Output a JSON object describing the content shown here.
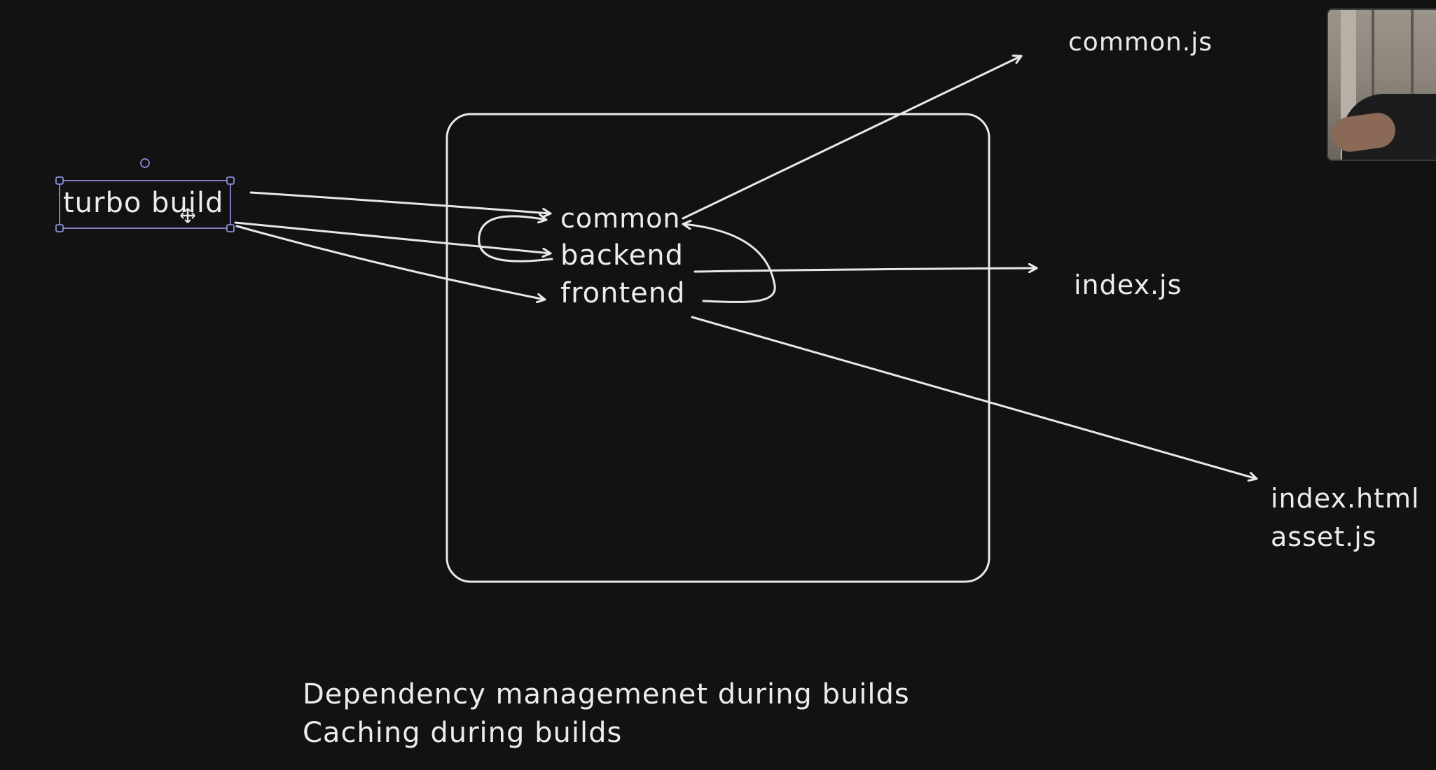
{
  "diagram": {
    "trigger": {
      "label": "turbo build"
    },
    "packages": [
      {
        "label": "common"
      },
      {
        "label": "backend"
      },
      {
        "label": "frontend"
      }
    ],
    "outputs": {
      "common": {
        "label": "common.js"
      },
      "backend": {
        "label": "index.js"
      },
      "frontend": {
        "lines": [
          "index.html",
          "asset.js"
        ]
      }
    },
    "notes": [
      "Dependency managemenet during builds",
      "Caching during builds"
    ]
  },
  "colors": {
    "background": "#121212",
    "ink": "#ececec",
    "selection": "#8b8bd6"
  },
  "icons": {
    "cursor": "move-cursor-icon"
  }
}
